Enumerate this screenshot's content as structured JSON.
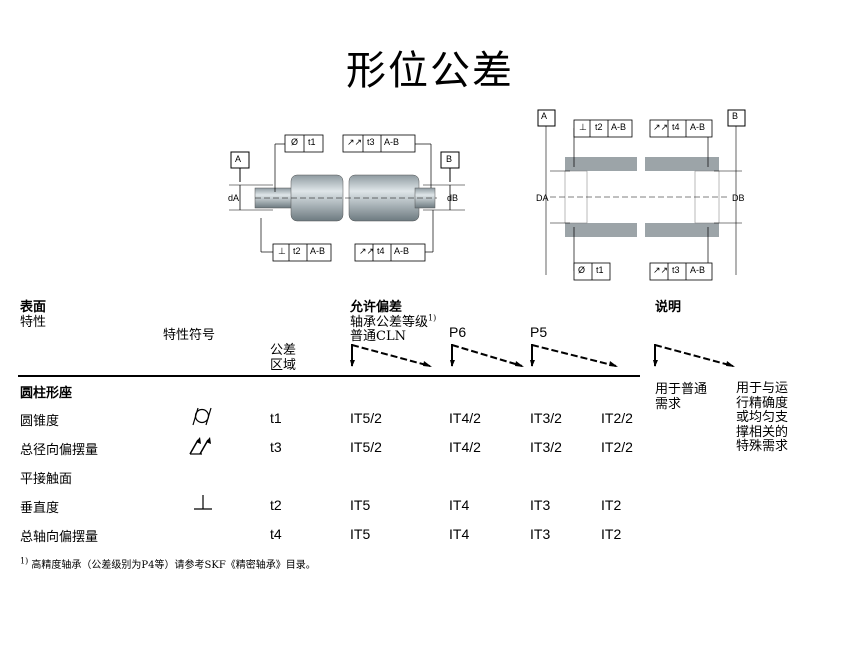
{
  "title": "形位公差",
  "left_figure": {
    "datum_a": "A",
    "datum_b": "B",
    "dim_da": "dA",
    "dim_db": "dB",
    "frame_top1_sym": "Ø",
    "frame_top1_tol": "t1",
    "frame_top2_sym": "↗↗",
    "frame_top2_tol": "t3",
    "frame_top2_ref": "A-B",
    "frame_bot1_sym": "⊥",
    "frame_bot1_tol": "t2",
    "frame_bot1_ref": "A-B",
    "frame_bot2_sym": "↗↗",
    "frame_bot2_tol": "t4",
    "frame_bot2_ref": "A-B"
  },
  "right_figure": {
    "datum_a": "A",
    "datum_b": "B",
    "dim_da": "DA",
    "dim_db": "DB",
    "frame_top1_sym": "⊥",
    "frame_top1_tol": "t2",
    "frame_top1_ref": "A-B",
    "frame_top2_sym": "↗↗",
    "frame_top2_tol": "t4",
    "frame_top2_ref": "A-B",
    "frame_bot1_sym": "Ø",
    "frame_bot1_tol": "t1",
    "frame_bot2_sym": "↗↗",
    "frame_bot2_tol": "t3",
    "frame_bot2_ref": "A-B"
  },
  "table": {
    "h_surface": "表面",
    "h_characteristic": "特性",
    "h_symbol": "特性符号",
    "h_zone_1": "公差",
    "h_zone_2": "区域",
    "h_allowed": "允许偏差",
    "h_bearing_class": "轴承公差等级",
    "h_bearing_class_sup": "1)",
    "h_normal": "普通CLN",
    "h_p6": "P6",
    "h_p5": "P5",
    "h_notes": "说明",
    "section": "圆柱形座",
    "rows": [
      {
        "name": "圆锥度",
        "symbol": "roundness-icon",
        "zone": "t1",
        "cln": "IT5/2",
        "p6": "IT4/2",
        "p5": "IT3/2",
        "p4": "IT2/2"
      },
      {
        "name": "总径向偏摆量",
        "symbol": "total-runout-icon",
        "zone": "t3",
        "cln": "IT5/2",
        "p6": "IT4/2",
        "p5": "IT3/2",
        "p4": "IT2/2"
      },
      {
        "name": "平接触面",
        "symbol": "",
        "zone": "",
        "cln": "",
        "p6": "",
        "p5": "",
        "p4": ""
      },
      {
        "name": "垂直度",
        "symbol": "perpendicularity-icon",
        "zone": "t2",
        "cln": "IT5",
        "p6": "IT4",
        "p5": "IT3",
        "p4": "IT2"
      },
      {
        "name": "总轴向偏摆量",
        "symbol": "total-runout-icon",
        "zone": "t4",
        "cln": "IT5",
        "p6": "IT4",
        "p5": "IT3",
        "p4": "IT2"
      }
    ],
    "note_normal_1": "用于普通",
    "note_normal_2": "需求",
    "note_precise_1": "用于与运",
    "note_precise_2": "行精确度",
    "note_precise_3": "或均匀支",
    "note_precise_4": "撑相关的",
    "note_precise_5": "特殊需求"
  },
  "footnote_mark": "1)",
  "footnote": "高精度轴承（公差级别为P4等）请参考SKF《精密轴承》目录。"
}
